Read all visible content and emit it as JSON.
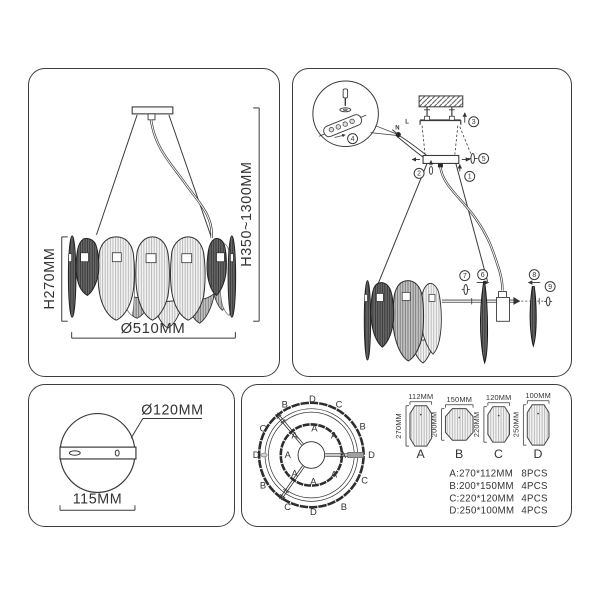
{
  "front_view": {
    "height": "H270MM",
    "drop": "H350~1300MM",
    "diameter": "Ø510MM"
  },
  "assembly": {
    "callouts": [
      "1",
      "2",
      "3",
      "4",
      "5",
      "6",
      "7",
      "8",
      "9"
    ],
    "wire_n": "N",
    "wire_l": "L"
  },
  "canopy": {
    "diameter": "Ø120MM",
    "plate_width": "115MM"
  },
  "top_view": {
    "outer": [
      "D",
      "C",
      "B",
      "D",
      "C",
      "B",
      "D",
      "C",
      "B",
      "D",
      "C",
      "B"
    ],
    "inner": [
      "A",
      "A",
      "A",
      "A",
      "A",
      "A",
      "A",
      "A"
    ]
  },
  "crystals": {
    "items": [
      {
        "letter": "A",
        "width": "112MM",
        "height": "270MM"
      },
      {
        "letter": "B",
        "width": "150MM",
        "height": "200MM"
      },
      {
        "letter": "C",
        "width": "120MM",
        "height": "220MM"
      },
      {
        "letter": "D",
        "width": "100MM",
        "height": "250MM"
      }
    ],
    "specs": [
      {
        "size": "A:270*112MM",
        "qty": "8PCS"
      },
      {
        "size": "B:200*150MM",
        "qty": "4PCS"
      },
      {
        "size": "C:220*120MM",
        "qty": "4PCS"
      },
      {
        "size": "D:250*100MM",
        "qty": "4PCS"
      }
    ]
  },
  "colors": {
    "line": "#3a3a3a",
    "dark_fill": "#6a6a6a",
    "light_fill": "#f2f2f2"
  }
}
